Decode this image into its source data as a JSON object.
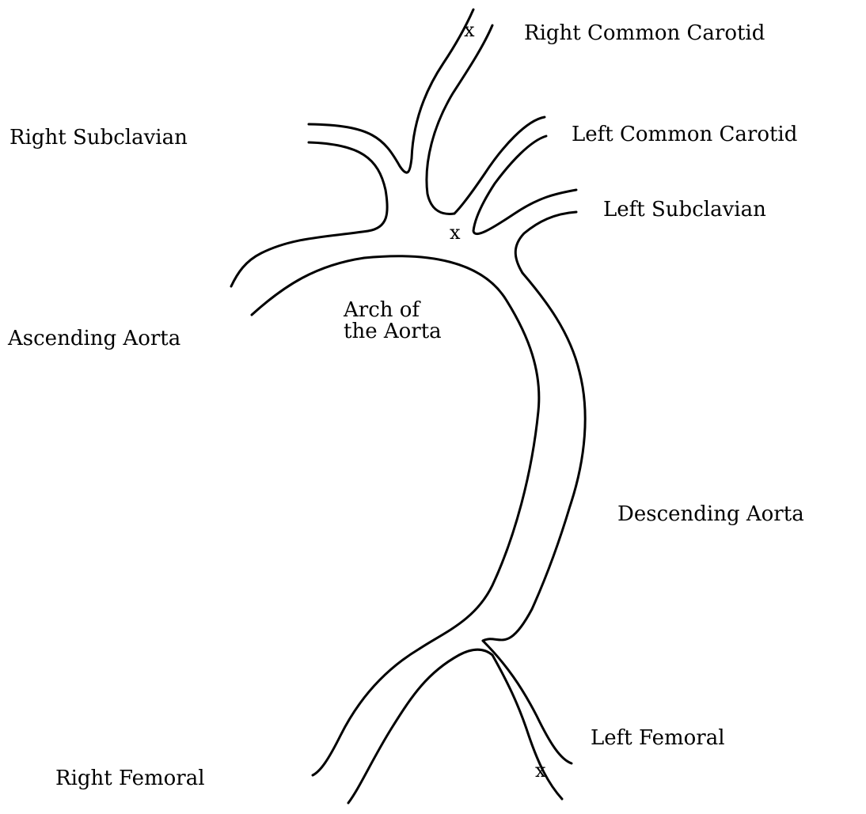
{
  "diagram": {
    "labels": {
      "right_common_carotid": "Right Common Carotid",
      "left_common_carotid": "Left Common Carotid",
      "right_subclavian": "Right Subclavian",
      "left_subclavian": "Left Subclavian",
      "ascending_aorta": "Ascending Aorta",
      "arch_line1": "Arch of",
      "arch_line2": "the Aorta",
      "descending_aorta": "Descending Aorta",
      "left_femoral": "Left Femoral",
      "right_femoral": "Right Femoral"
    },
    "markers": {
      "right_common_carotid": "x",
      "left_subclavian_origin": "x",
      "left_femoral": "x"
    },
    "colors": {
      "line": "#000000",
      "background": "#ffffff"
    }
  }
}
